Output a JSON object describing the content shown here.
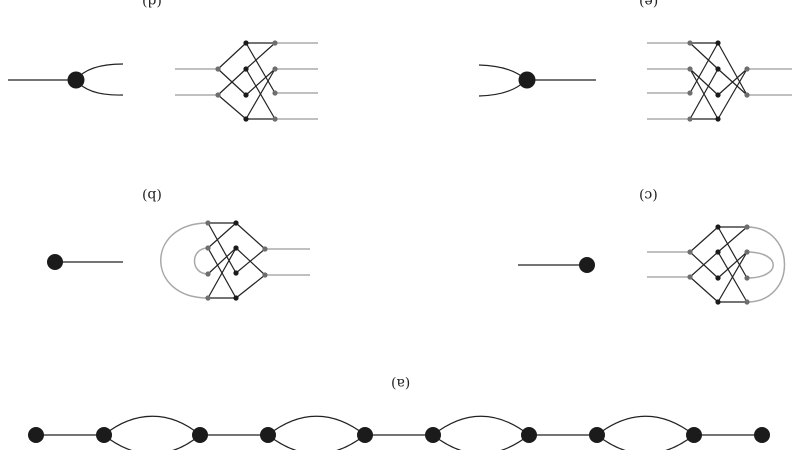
{
  "panels": {
    "a": {
      "label": "(a)"
    },
    "b": {
      "label": "(b)"
    },
    "c": {
      "label": "(c)"
    },
    "d": {
      "label": "(d)"
    },
    "e": {
      "label": "(e)"
    }
  },
  "colors": {
    "ink": "#1b1b1b",
    "wire": "#222222",
    "grey_wire": "#9a9a9a",
    "grey_vertex": "#6e6e6e",
    "loop": "#a8a8a8"
  }
}
